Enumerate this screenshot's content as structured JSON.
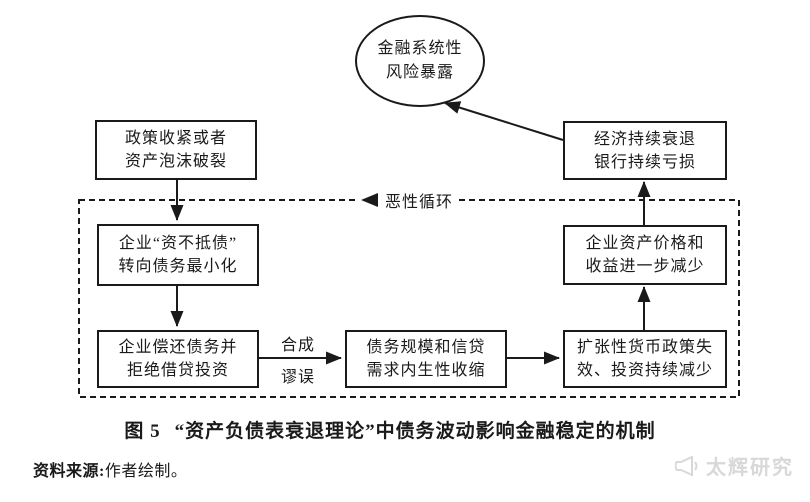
{
  "diagram": {
    "ellipse": {
      "lines": [
        "金融系统性",
        "风险暴露"
      ]
    },
    "boxes": {
      "policy": {
        "lines": [
          "政策收紧或者",
          "资产泡沫破裂"
        ]
      },
      "recession": {
        "lines": [
          "经济持续衰退",
          "银行持续亏损"
        ]
      },
      "insolvent": {
        "lines": [
          "企业“资不抵债”",
          "转向债务最小化"
        ]
      },
      "asset": {
        "lines": [
          "企业资产价格和",
          "收益进一步减少"
        ]
      },
      "repay": {
        "lines": [
          "企业偿还债务并",
          "拒绝借贷投资"
        ]
      },
      "debt": {
        "lines": [
          "债务规模和信贷",
          "需求内生性收缩"
        ]
      },
      "policy_fail": {
        "lines": [
          "扩张性货币政策失",
          "效、投资持续减少"
        ]
      }
    },
    "labels": {
      "vicious_cycle": "恶性循环",
      "fallacy_line1": "合成",
      "fallacy_line2": "谬误"
    }
  },
  "caption": {
    "prefix": "图 5",
    "text": "“资产负债表衰退理论”中债务波动影响金融稳定的机制"
  },
  "source": {
    "label": "资料来源:",
    "text": "作者绘制。"
  },
  "watermark": {
    "text": "太辉研究"
  },
  "colors": {
    "line": "#1a1a1a",
    "watermark": "#d8d8d8",
    "background": "#ffffff"
  }
}
